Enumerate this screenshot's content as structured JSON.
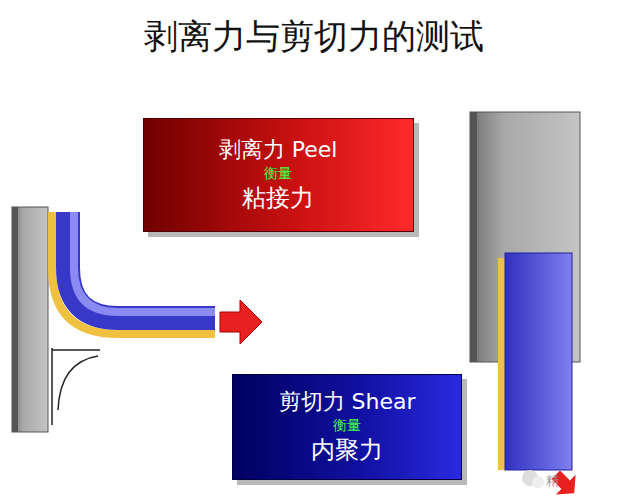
{
  "diagram": {
    "title": "剥离力与剪切力的测试",
    "nodes": [
      {
        "text": [
          "剥离力 Peel",
          "衡量",
          "粘接力"
        ]
      },
      {
        "text": [
          "剪切力 Shear",
          "衡量",
          "内聚力"
        ]
      }
    ],
    "labels": [
      "精"
    ]
  }
}
